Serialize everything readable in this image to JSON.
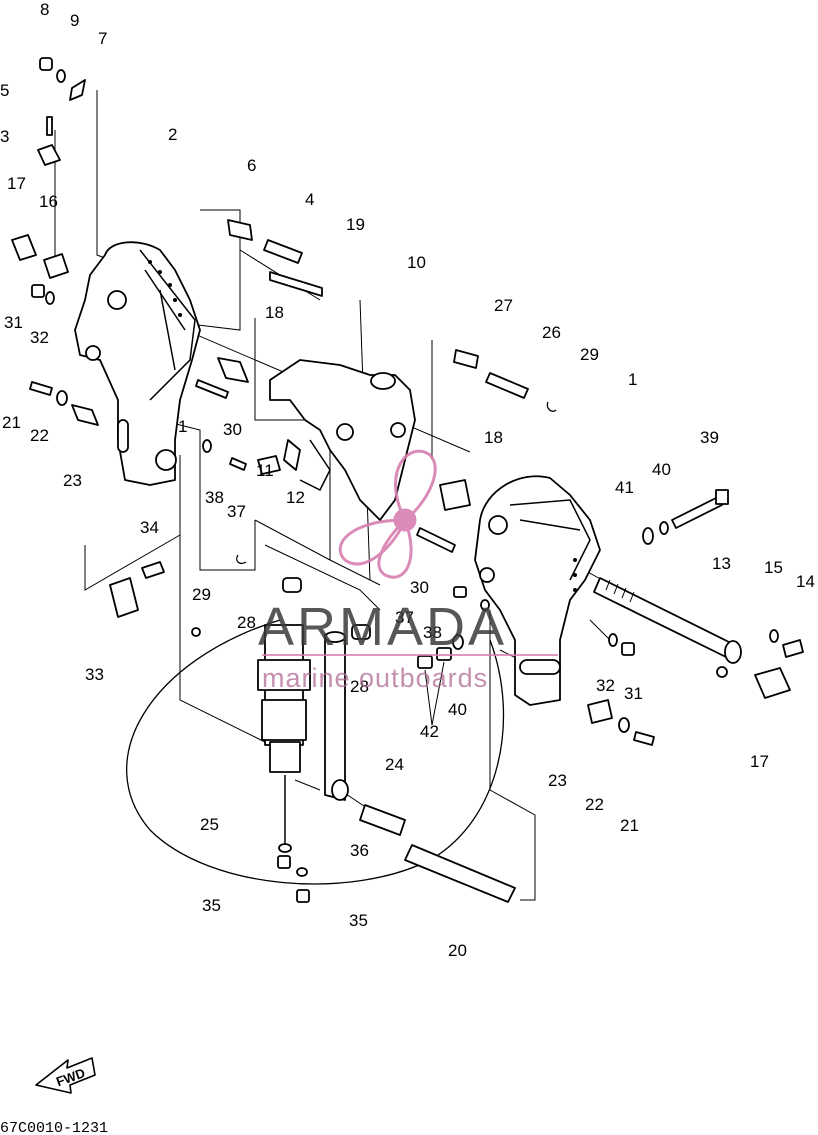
{
  "diagram_code": "67C0010-1231",
  "direction_label": "FWD",
  "watermark": {
    "brand": "ARMADA",
    "tagline": "marine outboards",
    "accent_color": "#d67fb0"
  },
  "part_labels": [
    "8",
    "9",
    "7",
    "5",
    "3",
    "2",
    "17",
    "16",
    "31",
    "32",
    "6",
    "4",
    "19",
    "10",
    "18",
    "27",
    "26",
    "29",
    "21",
    "22",
    "23",
    "30",
    "1",
    "38",
    "37",
    "11",
    "12",
    "39",
    "40",
    "41",
    "13",
    "15",
    "14",
    "34",
    "33",
    "28",
    "42",
    "24",
    "25",
    "36",
    "35",
    "20"
  ]
}
